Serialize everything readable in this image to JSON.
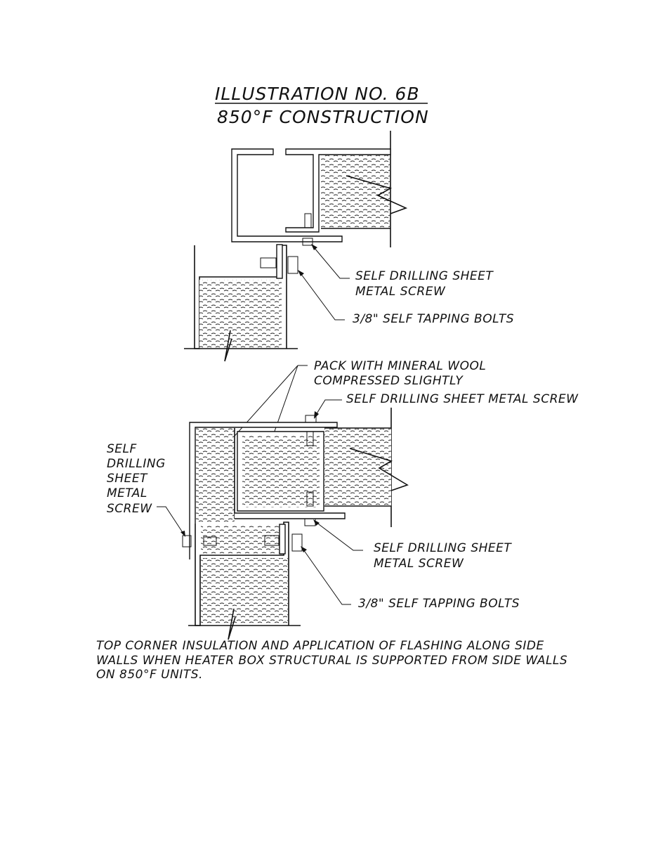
{
  "title": {
    "line1": "ILLUSTRATION NO. 6B",
    "line2": "850°F CONSTRUCTION"
  },
  "top_detail": {
    "label_screw_1": "SELF DRILLING SHEET",
    "label_screw_2": "METAL SCREW",
    "label_bolts": "3/8\" SELF TAPPING BOLTS"
  },
  "bottom_detail": {
    "label_pack_1": "PACK WITH MINERAL WOOL",
    "label_pack_2": "COMPRESSED SLIGHTLY",
    "label_screw_top": "SELF DRILLING SHEET METAL SCREW",
    "label_left_1": "SELF",
    "label_left_2": "DRILLING",
    "label_left_3": "SHEET",
    "label_left_4": "METAL",
    "label_left_5": "SCREW",
    "label_screw_1": "SELF DRILLING SHEET",
    "label_screw_2": "METAL SCREW",
    "label_bolts": "3/8\" SELF TAPPING BOLTS"
  },
  "caption": {
    "line1": "TOP CORNER INSULATION AND APPLICATION OF FLASHING ALONG SIDE",
    "line2": "WALLS WHEN HEATER BOX STRUCTURAL IS SUPPORTED FROM SIDE WALLS",
    "line3": "ON 850°F UNITS."
  },
  "colors": {
    "ink": "#111111",
    "paper": "#ffffff"
  }
}
